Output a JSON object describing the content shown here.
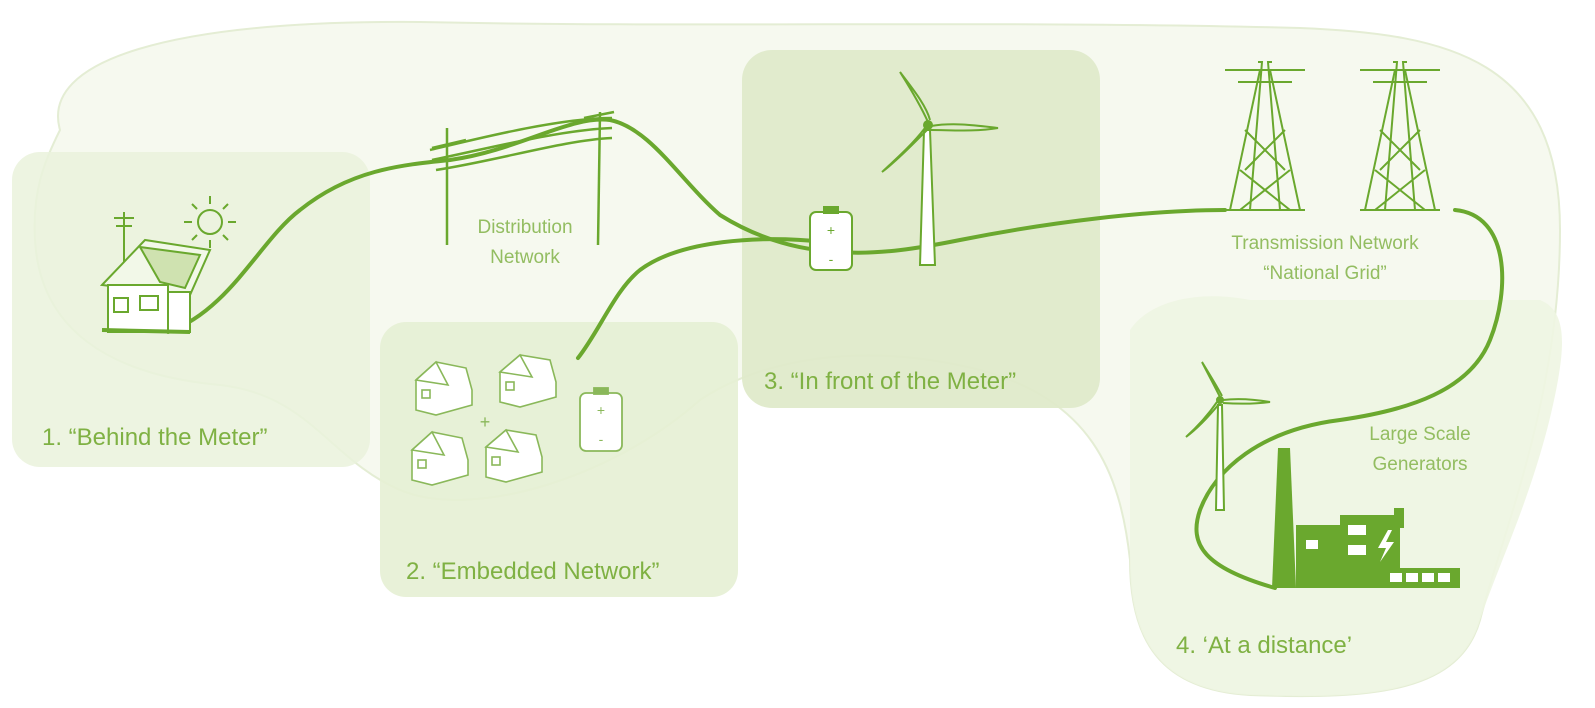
{
  "colors": {
    "accent": "#6aa82e",
    "zone_fill": "#eef5e2",
    "zone_fill_dark": "#dde9c8",
    "label_text": "#7fb143",
    "node_label_text": "#93bd61"
  },
  "zones": {
    "behind_meter": "1. “Behind the Meter”",
    "embedded": "2. “Embedded Network”",
    "in_front": "3. “In front of the Meter”",
    "at_distance": "4. ‘At a distance’"
  },
  "nodes": {
    "distribution": [
      "Distribution",
      "Network"
    ],
    "transmission": [
      "Transmission Network",
      "“National Grid”"
    ],
    "generators": [
      "Large Scale",
      "Generators"
    ]
  },
  "icons": {
    "house": "house-with-solar-panels-icon",
    "sun": "sun-icon",
    "poles": "power-poles-icon",
    "battery": "battery-icon",
    "turbine": "wind-turbine-icon",
    "pylon": "transmission-pylon-icon",
    "factory": "power-station-icon",
    "cottages": "houses-cluster-icon"
  }
}
